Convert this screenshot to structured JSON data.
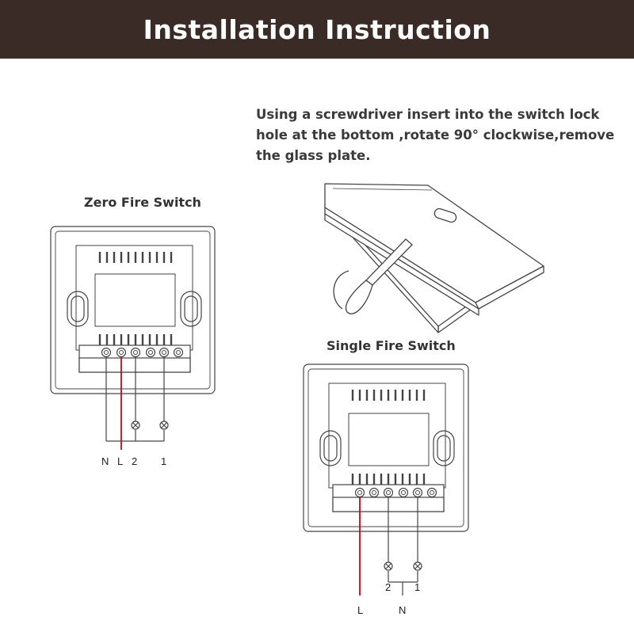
{
  "header": {
    "title": "Installation Instruction",
    "bg_color": "#3a2b26"
  },
  "instructions": {
    "text": "Using a screwdriver insert into the switch lock hole at the bottom ,rotate 90° clockwise,remove the glass plate."
  },
  "zero_fire": {
    "title": "Zero Fire Switch",
    "labels": {
      "n": "N",
      "l": "L",
      "two": "2",
      "one": "1"
    }
  },
  "single_fire": {
    "title": "Single Fire Switch",
    "labels": {
      "two": "2",
      "one": "1",
      "l": "L",
      "n": "N"
    }
  },
  "colors": {
    "line": "#444444",
    "live_wire": "#d0021b"
  },
  "icons": [
    "screwdriver-icon",
    "lamp-icon"
  ]
}
